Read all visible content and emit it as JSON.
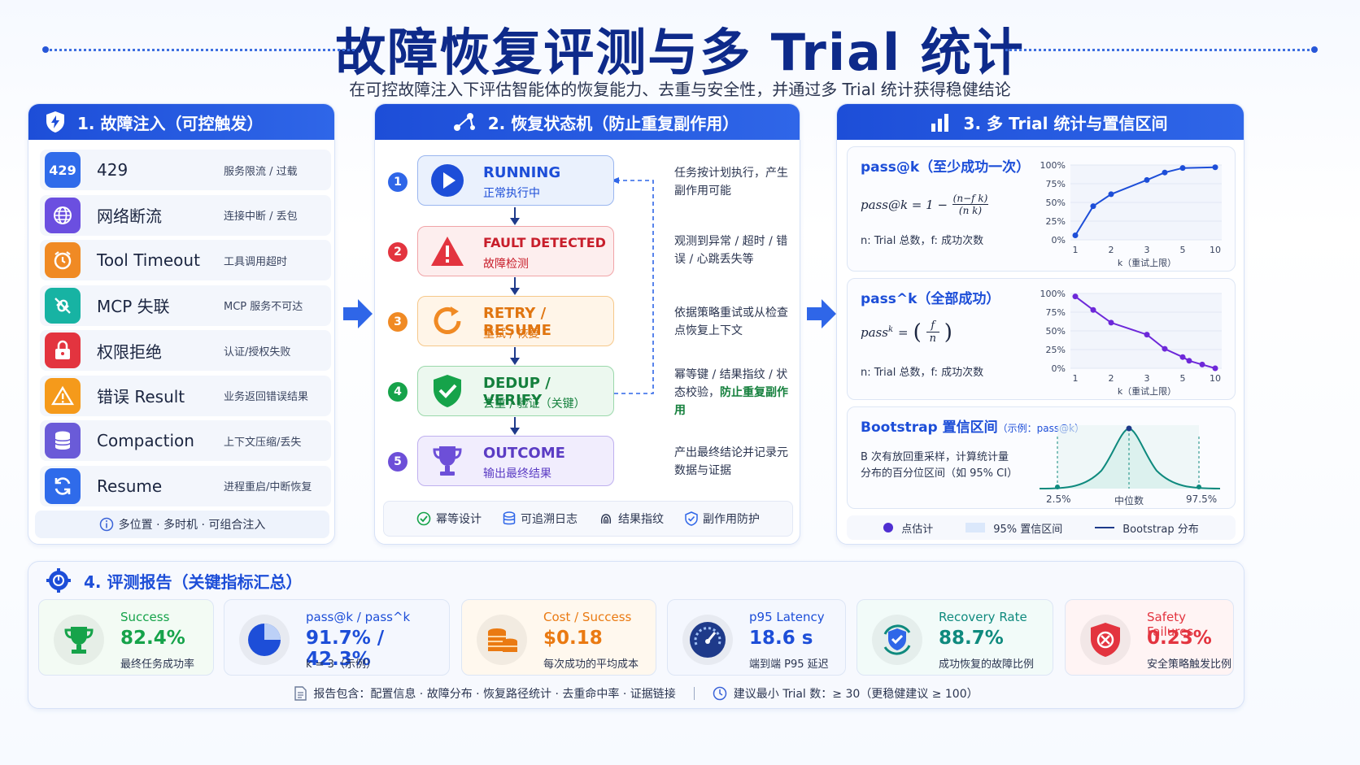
{
  "header": {
    "title": "故障恢复评测与多 Trial 统计",
    "subtitle": "在可控故障注入下评估智能体的恢复能力、去重与安全性，并通过多 Trial 统计获得稳健结论"
  },
  "panel1": {
    "title": "1. 故障注入（可控触发）",
    "items": [
      {
        "name": "429",
        "desc": "服务限流 / 过载",
        "badge": "429",
        "color": "#2f6bea"
      },
      {
        "name": "网络断流",
        "desc": "连接中断 / 丢包",
        "color": "#6b4fe0"
      },
      {
        "name": "Tool Timeout",
        "desc": "工具调用超时",
        "color": "#f08a24"
      },
      {
        "name": "MCP 失联",
        "desc": "MCP 服务不可达",
        "color": "#17b3a3"
      },
      {
        "name": "权限拒绝",
        "desc": "认证/授权失败",
        "color": "#e3343f"
      },
      {
        "name": "错误 Result",
        "desc": "业务返回错误结果",
        "color": "#f59a1b"
      },
      {
        "name": "Compaction",
        "desc": "上下文压缩/丢失",
        "color": "#6a5bd8"
      },
      {
        "name": "Resume",
        "desc": "进程重启/中断恢复",
        "color": "#2f6bea"
      }
    ],
    "footer": "多位置 · 多时机 · 可组合注入"
  },
  "panel2": {
    "title": "2. 恢复状态机（防止重复副作用）",
    "steps": [
      {
        "num": "1",
        "title": "RUNNING",
        "sub": "正常执行中",
        "desc": "任务按计划执行，产生副作用可能"
      },
      {
        "num": "2",
        "title": "FAULT DETECTED",
        "sub": "故障检测",
        "desc": "观测到异常 / 超时 / 错误 / 心跳丢失等"
      },
      {
        "num": "3",
        "title": "RETRY / RESUME",
        "sub": "重试 / 恢复",
        "desc": "依据策略重试或从检查点恢复上下文"
      },
      {
        "num": "4",
        "title": "DEDUP / VERIFY",
        "sub": "去重 / 验证（关键）",
        "desc_a": "幂等键 / 结果指纹 / 状态校验，",
        "desc_b": "防止重复副作用"
      },
      {
        "num": "5",
        "title": "OUTCOME",
        "sub": "输出最终结果",
        "desc": "产出最终结论并记录元数据与证据"
      }
    ],
    "footer": [
      "幂等设计",
      "可追溯日志",
      "结果指纹",
      "副作用防护"
    ]
  },
  "panel3": {
    "title": "3. 多 Trial 统计与置信区间",
    "card1": {
      "title": "pass@k（至少成功一次）",
      "formula_lhs": "pass@k = 1 −",
      "frac_top": "(n−f k)",
      "frac_bot": "(n k)",
      "note": "n: Trial 总数，f: 成功次数"
    },
    "card2": {
      "title": "pass^k（全部成功）",
      "formula_lhs": "pass",
      "formula_sup": "k",
      "formula_mid": "=",
      "frac_top": "f",
      "frac_bot": "n",
      "note": "n: Trial 总数，f: 成功次数"
    },
    "card3": {
      "title": "Bootstrap 置信区间",
      "title_note": "（示例：pass@k）",
      "note_a": "B 次有放回重采样，计算统计量",
      "note_b": "分布的百分位区间（如 95% CI）",
      "labels": [
        "2.5%",
        "中位数",
        "97.5%"
      ]
    },
    "legend": [
      "点估计",
      "95% 置信区间",
      "Bootstrap 分布"
    ],
    "xaxis_label": "k（重试上限）"
  },
  "chart_data": [
    {
      "type": "line",
      "title": "pass@k（至少成功一次）",
      "x": [
        1,
        2,
        3,
        5,
        10
      ],
      "values": [
        0.05,
        0.56,
        0.76,
        0.9,
        0.96,
        0.98
      ],
      "xtick_labels": [
        "1",
        "2",
        "3",
        "5",
        "10"
      ],
      "yticks": [
        "100%",
        "75%",
        "50%",
        "25%",
        "0%"
      ],
      "xlabel": "k（重试上限）",
      "points": [
        [
          1,
          0.06
        ],
        [
          1.5,
          0.45
        ],
        [
          2,
          0.61
        ],
        [
          3,
          0.8
        ],
        [
          4,
          0.9
        ],
        [
          5,
          0.96
        ],
        [
          10,
          0.97
        ]
      ]
    },
    {
      "type": "line",
      "title": "pass^k（全部成功）",
      "xtick_labels": [
        "1",
        "2",
        "3",
        "5",
        "10"
      ],
      "yticks": [
        "100%",
        "75%",
        "50%",
        "25%",
        "0%"
      ],
      "xlabel": "k（重试上限）",
      "points": [
        [
          1,
          0.96
        ],
        [
          1.5,
          0.78
        ],
        [
          2,
          0.61
        ],
        [
          3,
          0.45
        ],
        [
          4,
          0.26
        ],
        [
          5,
          0.15
        ],
        [
          6,
          0.1
        ],
        [
          8,
          0.05
        ],
        [
          10,
          0.0
        ]
      ]
    }
  ],
  "panel4": {
    "title": "4. 评测报告（关键指标汇总）",
    "metrics": [
      {
        "label": "Success",
        "value": "82.4%",
        "sub": "最终任务成功率",
        "color": "#16a34a",
        "bg": "#f3fbf4"
      },
      {
        "label": "pass@k / pass^k",
        "value": "91.7% / 42.3%",
        "sub": "k = 3（示例）",
        "color": "#1d4ed8",
        "bg": "#f4f7fe"
      },
      {
        "label": "Cost / Success",
        "value": "$0.18",
        "sub": "每次成功的平均成本",
        "color": "#ea7a12",
        "bg": "#fff8ee"
      },
      {
        "label": "p95 Latency",
        "value": "18.6 s",
        "sub": "端到端 P95 延迟",
        "color": "#1d4ed8",
        "bg": "#f4f7fe"
      },
      {
        "label": "Recovery Rate",
        "value": "88.7%",
        "sub": "成功恢复的故障比例",
        "color": "#0f8a7e",
        "bg": "#f2fbf9"
      },
      {
        "label": "Safety Failures",
        "value": "0.23%",
        "sub": "安全策略触发比例",
        "color": "#e3343f",
        "bg": "#fff4f4"
      }
    ],
    "footer_left": "报告包含：配置信息 · 故障分布 · 恢复路径统计 · 去重命中率 · 证据链接",
    "footer_right": "建议最小 Trial 数：≥ 30（更稳健建议 ≥ 100）"
  }
}
